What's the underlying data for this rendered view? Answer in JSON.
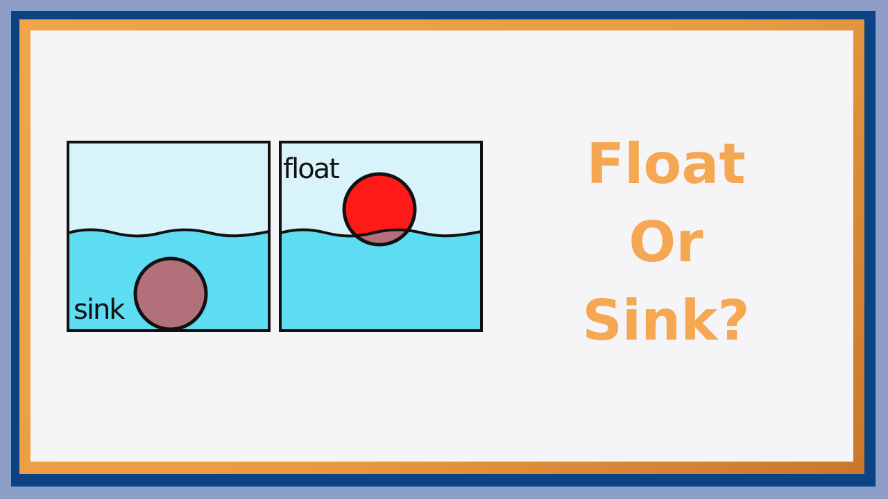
{
  "scene": {
    "panels": {
      "sink_label": "sink",
      "float_label": "float"
    },
    "title": {
      "line1": "Float",
      "line2": "Or",
      "line3": "Sink?"
    }
  },
  "colors": {
    "background": "#8c9dc6",
    "frame_blue": "#0b4384",
    "frame_orange": "#f2a44a",
    "board": "#f5f4f7",
    "sky": "#d8f3fa",
    "water": "#5edcf2",
    "sink_ball": "#b2707a",
    "float_ball": "#ff1a1a",
    "title": "#f6a752"
  },
  "icons": [
    "sinking-ball-icon",
    "floating-ball-icon"
  ]
}
